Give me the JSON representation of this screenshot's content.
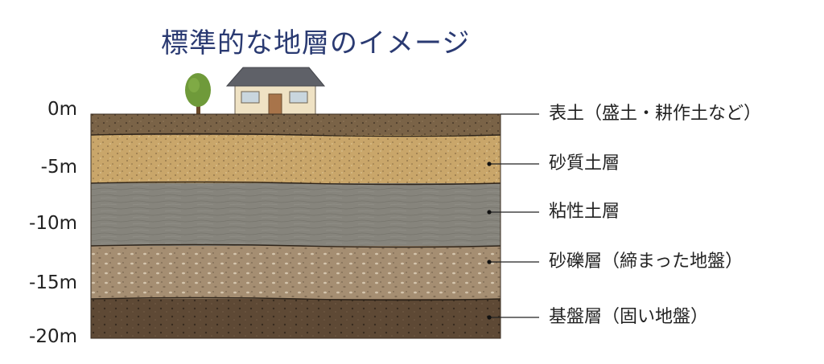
{
  "title": "標準的な地層のイメージ",
  "depth_labels": [
    "0m",
    "-5m",
    "-10m",
    "-15m",
    "-20m"
  ],
  "layers": [
    {
      "label": "表土（盛土・耕作土など）",
      "color": "#7a6347"
    },
    {
      "label": "砂質土層",
      "color": "#c9a66a"
    },
    {
      "label": "粘性土層",
      "color": "#86847c"
    },
    {
      "label": "砂礫層（締まった地盤）",
      "color": "#a58e72"
    },
    {
      "label": "基盤層（固い地盤）",
      "color": "#5e4935"
    }
  ]
}
